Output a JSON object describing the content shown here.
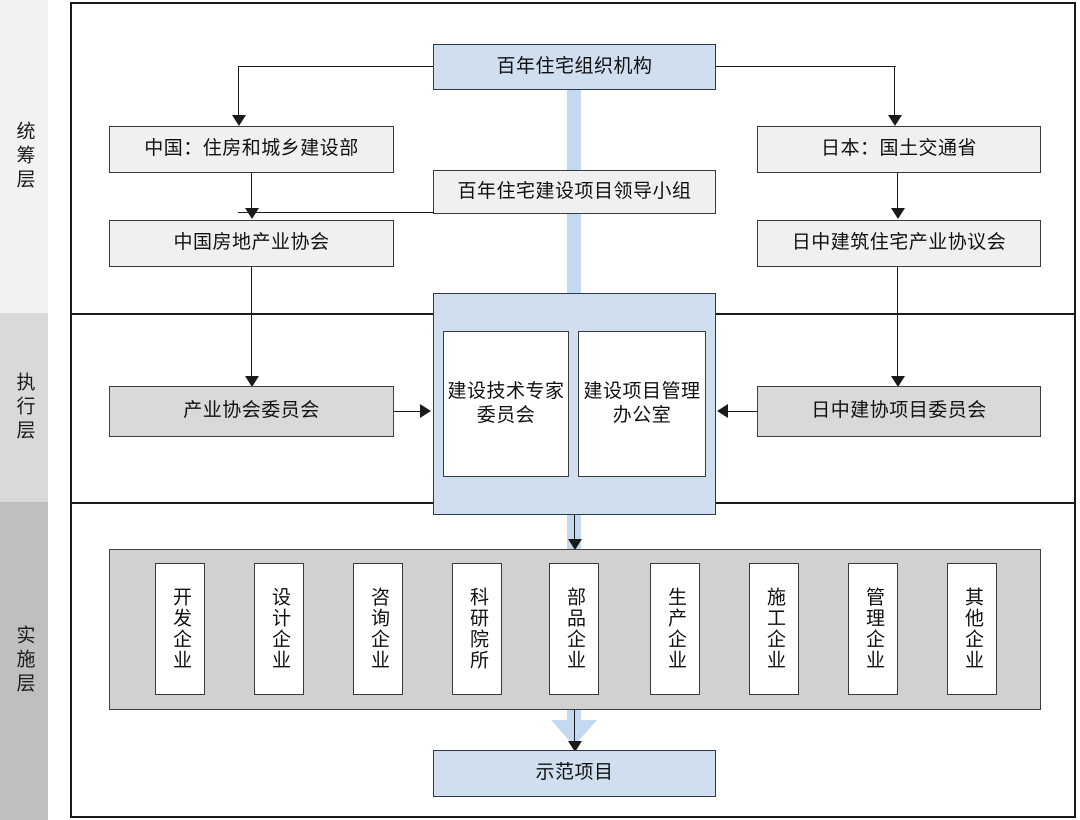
{
  "diagram": {
    "title_node": "百年住宅组织机构",
    "layers": [
      {
        "id": "coordination",
        "label": "统筹层",
        "color": "#f2f2f2"
      },
      {
        "id": "execution",
        "label": "执行层",
        "color": "#d9d9d9"
      },
      {
        "id": "implementation",
        "label": "实施层",
        "color": "#bfbfbf"
      }
    ],
    "coordination": {
      "china_ministry": "中国：住房和城乡建设部",
      "china_association": "中国房地产业协会",
      "leading_group": "百年住宅建设项目领导小组",
      "japan_ministry": "日本：国土交通省",
      "japan_association": "日中建筑住宅产业协议会"
    },
    "execution": {
      "left_committee": "产业协会委员会",
      "center_left": "建设技术专家委员会",
      "center_right": "建设项目管理办公室",
      "right_committee": "日中建协项目委员会"
    },
    "implementation": {
      "enterprises": [
        "开发企业",
        "设计企业",
        "咨询企业",
        "科研院所",
        "部品企业",
        "生产企业",
        "施工企业",
        "管理企业",
        "其他企业"
      ],
      "outcome": "示范项目"
    },
    "colors": {
      "accent_blue": "#cfdff0",
      "ribbon_blue": "#c3d9ef",
      "box_gray": "#f0f0f0",
      "box_gray_dark": "#d9d9d9",
      "stroke": "#1a1a1a"
    }
  }
}
